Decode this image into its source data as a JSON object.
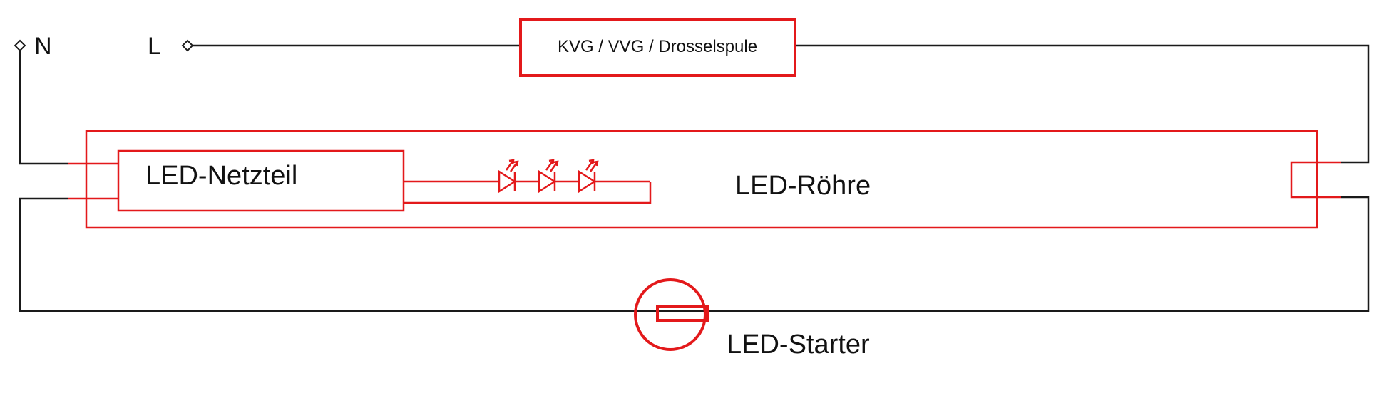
{
  "terminals": {
    "neutral": "N",
    "live": "L"
  },
  "ballast": {
    "label": "KVG / VVG / Drosselspule"
  },
  "driver": {
    "label": "LED-Netzteil"
  },
  "tube": {
    "label": "LED-Röhre"
  },
  "starter": {
    "label": "LED-Starter"
  },
  "colors": {
    "wire": "#1a1a1a",
    "accent": "#e3191b"
  }
}
